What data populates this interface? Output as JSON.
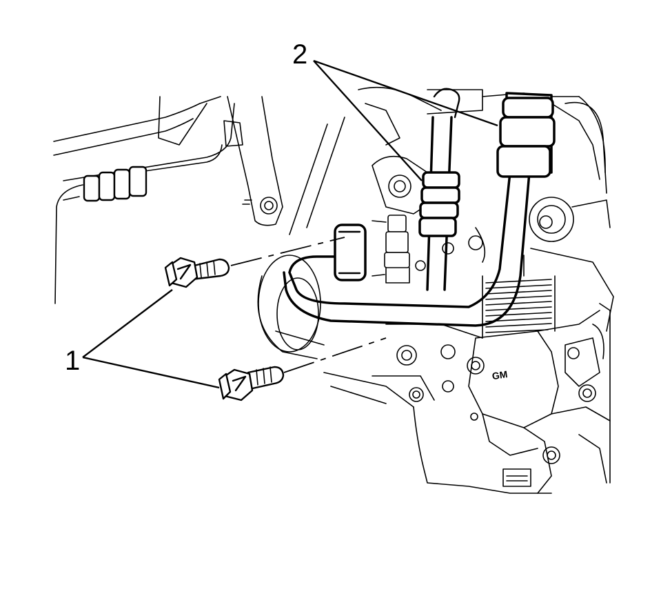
{
  "callouts": {
    "bolts": "1",
    "hoses": "2"
  },
  "stamp_text": "GM",
  "colors": {
    "line": "#000000",
    "background": "#ffffff"
  }
}
